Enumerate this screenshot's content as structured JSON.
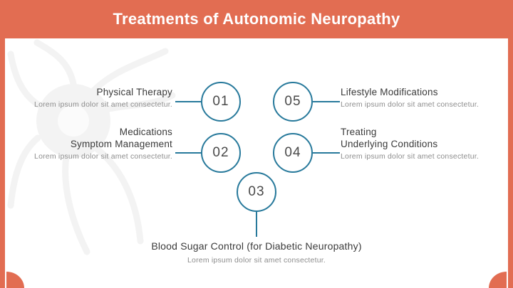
{
  "slide": {
    "title": "Treatments of Autonomic Neuropathy"
  },
  "steps": [
    {
      "number": "01",
      "title_lines": [
        "Physical Therapy"
      ],
      "description": "Lorem ipsum dolor sit amet consectetur."
    },
    {
      "number": "02",
      "title_lines": [
        "Medications",
        "Symptom Management"
      ],
      "description": "Lorem ipsum dolor sit amet consectetur."
    },
    {
      "number": "03",
      "title_lines": [
        "Blood Sugar Control (for Diabetic Neuropathy)"
      ],
      "description": "Lorem ipsum dolor sit amet consectetur."
    },
    {
      "number": "04",
      "title_lines": [
        "Treating",
        "Underlying Conditions"
      ],
      "description": "Lorem ipsum dolor sit amet consectetur."
    },
    {
      "number": "05",
      "title_lines": [
        "Lifestyle Modifications"
      ],
      "description": "Lorem ipsum dolor sit amet consectetur."
    }
  ],
  "colors": {
    "accent": "#E26D52",
    "stroke": "#27799B",
    "heading": "#3A3A3A",
    "muted": "#8D8D8D",
    "number": "#4A4A4A"
  }
}
